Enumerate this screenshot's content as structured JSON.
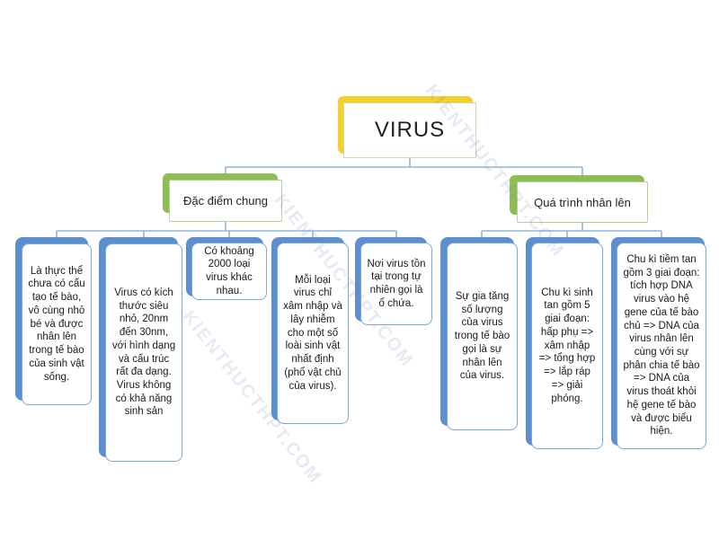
{
  "diagram": {
    "root": {
      "label": "VIRUS"
    },
    "categories": [
      {
        "id": "dac-diem",
        "label": "Đặc điểm chung"
      },
      {
        "id": "qua-trinh",
        "label": "Quá trình nhân lên"
      }
    ],
    "leaves": [
      {
        "parent": "dac-diem",
        "text": "Là thực thể chưa có cấu tạo tế bào, vô cùng nhỏ bé và được nhân lên trong tế bào của sinh vật sống."
      },
      {
        "parent": "dac-diem",
        "text": "Virus có kích thước siêu nhỏ, 20nm đến 30nm, với hình dạng và cấu trúc rất đa dạng. Virus không có khả năng sinh sản"
      },
      {
        "parent": "dac-diem",
        "text": "Có khoảng 2000 loại virus khác nhau."
      },
      {
        "parent": "dac-diem",
        "text": "Mỗi loại virus chỉ xâm nhập và lây nhiễm cho một số loài sinh vật nhất định (phổ vật chủ của virus)."
      },
      {
        "parent": "dac-diem",
        "text": "Nơi virus tồn tại trong tự nhiên gọi là ổ chứa."
      },
      {
        "parent": "qua-trinh",
        "text": "Sự gia tăng số lượng của virus trong tế bào gọi là sự nhân lên của virus."
      },
      {
        "parent": "qua-trinh",
        "text": "Chu kì sinh tan gồm 5 giai đoạn: hấp phụ => xâm nhập => tổng hợp => lắp ráp => giải phóng."
      },
      {
        "parent": "qua-trinh",
        "text": "Chu kì tiềm tan gồm 3 giai đoạn: tích hợp DNA virus vào hệ gene của tế bào chủ => DNA của virus nhân lên cùng với sự phân chia tế bào => DNA của virus thoát khỏi hệ gene tế bào và được biểu hiện."
      }
    ],
    "watermark": "KIENTHUCTHPT.COM"
  },
  "colors": {
    "root_accent": "#f5cf2a",
    "category_accent": "#8cbf4f",
    "leaf_accent": "#5b8fd0",
    "connector": "#8fb5d8"
  }
}
